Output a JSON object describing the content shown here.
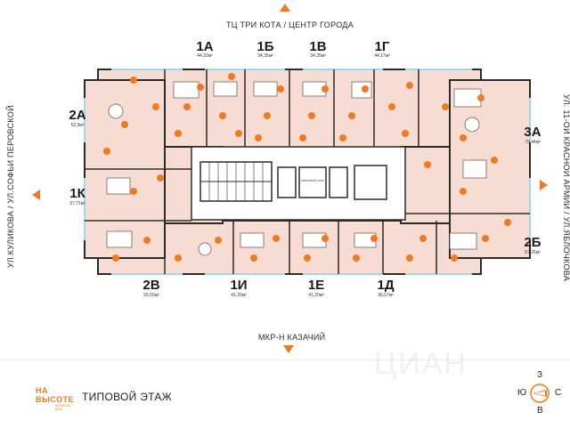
{
  "streets": {
    "top": "ТЦ ТРИ КОТА / ЦЕНТР ГОРОДА",
    "bottom": "МКР-Н КАЗАЧИЙ",
    "left": "УЛ.КУЛИКОВА / УЛ.СОФЬИ ПЕРОВСКОЙ",
    "right": "УЛ. 11-ОЙ КРАСНОЙ АРМИИ / УЛ.ЯБЛОЧКОВА"
  },
  "apartments": [
    {
      "code": "1А",
      "area": "44,32м²"
    },
    {
      "code": "1Б",
      "area": "34,35м²"
    },
    {
      "code": "1В",
      "area": "34,35м²"
    },
    {
      "code": "1Г",
      "area": "44,17м²"
    },
    {
      "code": "2А",
      "area": "52,9м²"
    },
    {
      "code": "1К",
      "area": "37,71м²"
    },
    {
      "code": "3А",
      "area": "79,44м²"
    },
    {
      "code": "2Б",
      "area": "57,26м²"
    },
    {
      "code": "2В",
      "area": "55,50м²"
    },
    {
      "code": "1И",
      "area": "41,20м²"
    },
    {
      "code": "1Е",
      "area": "41,20м²"
    },
    {
      "code": "1Д",
      "area": "36,57м²"
    }
  ],
  "core_labels": {
    "elevator": "ЛИФТОВОЙ ХОЛЛ"
  },
  "footer": {
    "logo_line1": "НА ВЫСОТЕ",
    "logo_line2": "КЛУБНЫЙ ДОМ",
    "floor_label": "ТИПОВОЙ ЭТАЖ",
    "watermark": "ЦИАН"
  },
  "compass": {
    "north": "З",
    "south": "В",
    "west": "Ю",
    "east": "С"
  },
  "colors": {
    "accent": "#f07a22",
    "room_fill": "#f6dcd3",
    "corridor": "#ffffff",
    "wall": "#2b2b2b",
    "glass": "#9fd9e6"
  }
}
